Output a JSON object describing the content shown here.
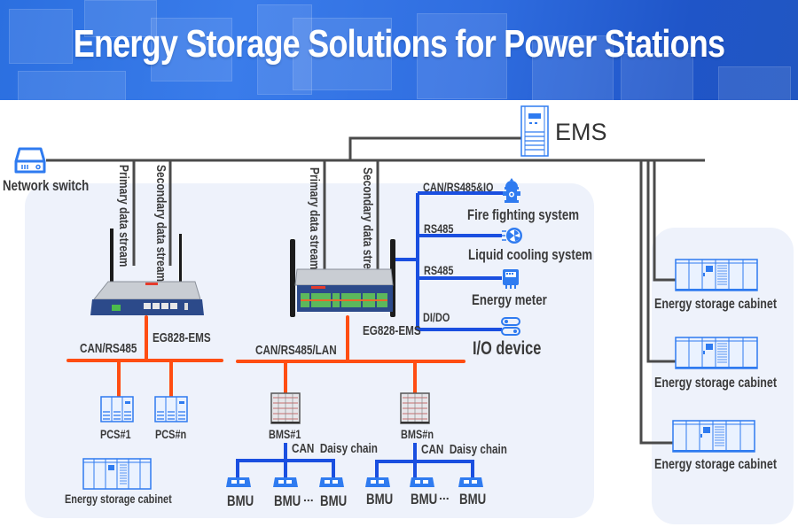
{
  "header": {
    "title": "Energy Storage Solutions for Power Stations"
  },
  "colors": {
    "banner_blue": "#2f6de0",
    "icon_blue": "#2f7bf0",
    "link_blue": "#1a4fe0",
    "bus_orange": "#ff4d12",
    "network_gray": "#4a4a4a",
    "panel_bg": "#eef2fb"
  },
  "top": {
    "network_switch": {
      "label": "Network switch",
      "icon": "network-switch-icon"
    },
    "ems": {
      "label": "EMS",
      "icon": "server-cabinet-icon"
    }
  },
  "left_gateway": {
    "primary_stream": "Primary data stream",
    "secondary_stream": "Secondary data stream",
    "device_label": "EG828-EMS",
    "bus_label": "CAN/RS485",
    "pcs": [
      "PCS#1",
      "PCS#n"
    ],
    "cabinet_label": "Energy storage cabinet"
  },
  "center_gateway": {
    "primary_stream": "Primary data stream",
    "secondary_stream": "Secondary data stream",
    "device_label": "EG828-EMS",
    "bus_label": "CAN/RS485/LAN",
    "bms_groups": [
      {
        "bms": "BMS#1",
        "link": "CAN  Daisy chain",
        "bmus": [
          "BMU",
          "BMU",
          "BMU"
        ],
        "ellipsis": "..."
      },
      {
        "bms": "BMS#n",
        "link": "CAN  Daisy chain",
        "bmus": [
          "BMU",
          "BMU",
          "BMU"
        ],
        "ellipsis": "..."
      }
    ]
  },
  "peripherals": [
    {
      "protocol": "CAN/RS485&IO",
      "label": "Fire fighting system",
      "icon": "fire-hydrant-icon"
    },
    {
      "protocol": "RS485",
      "label": "Liquid cooling system",
      "icon": "cooling-fan-icon"
    },
    {
      "protocol": "RS485",
      "label": "Energy meter",
      "icon": "energy-meter-icon"
    },
    {
      "protocol": "DI/DO",
      "label": "I/O device",
      "icon": "toggle-switch-icon"
    }
  ],
  "right_cabinets": [
    {
      "label": "Energy storage cabinet"
    },
    {
      "label": "Energy storage cabinet"
    },
    {
      "label": "Energy storage cabinet"
    }
  ]
}
